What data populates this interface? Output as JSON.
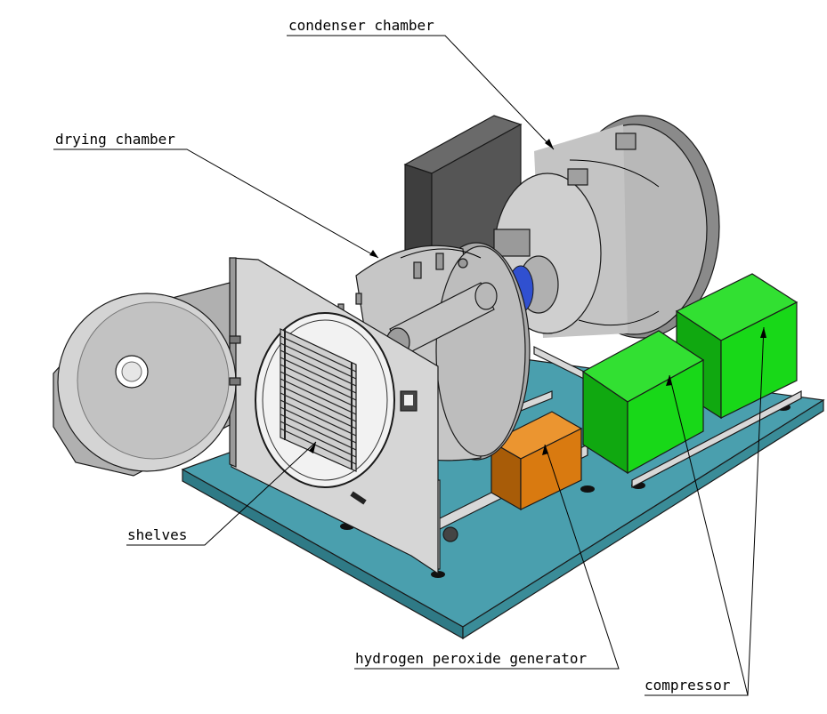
{
  "labels": {
    "condenser": "condenser chamber",
    "drying": "drying chamber",
    "shelves": "shelves",
    "h2o2": "hydrogen peroxide generator",
    "compressor": "compressor"
  },
  "colors": {
    "base_plate": "#4a9fae",
    "base_plate_side": "#2f7a86",
    "compressor_green": "#18d818",
    "compressor_green_dark": "#10a810",
    "generator_orange": "#d97a10",
    "generator_orange_dark": "#a85c08",
    "steel": "#c8c8c8",
    "steel_dark": "#8c8c8c",
    "panel_dark": "#555555"
  }
}
